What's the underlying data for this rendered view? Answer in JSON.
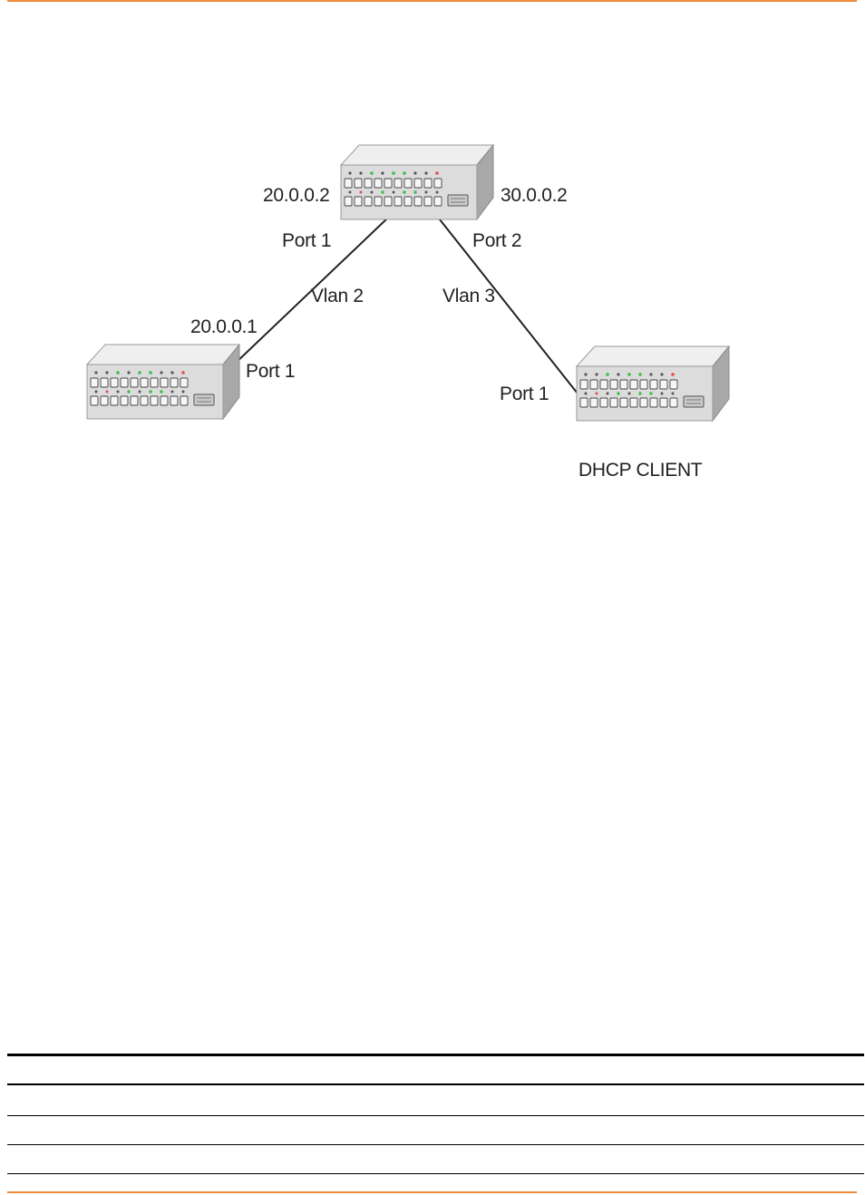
{
  "colors": {
    "accent_rule": "#ee8a3a",
    "switch_body_front": "#d8d8d8",
    "switch_body_top": "#ececec",
    "switch_body_side": "#a9a9a9",
    "led_green": "#3bbf4a",
    "led_red": "#e05050",
    "link_line": "#222222"
  },
  "diagram": {
    "top_switch": {
      "left_ip": "20.0.0.2",
      "right_ip": "30.0.0.2",
      "left_port": "Port 1",
      "right_port": "Port 2"
    },
    "left_link_vlan": "Vlan 2",
    "right_link_vlan": "Vlan 3",
    "left_switch": {
      "ip": "20.0.0.1",
      "port": "Port 1"
    },
    "right_switch": {
      "port": "Port 1",
      "name": "DHCP CLIENT"
    }
  }
}
